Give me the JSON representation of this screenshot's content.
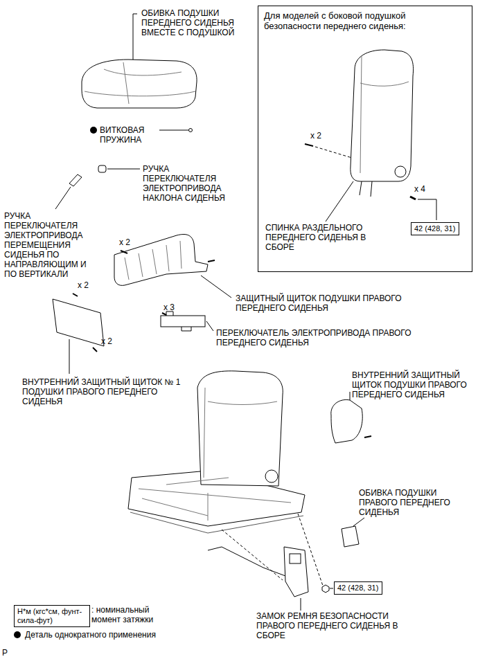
{
  "diagram": {
    "nodes": [
      {
        "text": [
          "Для моделей с боковой подушкой безопасности переднего сиденья:"
        ]
      },
      {
        "text": [
          "42 (428, 31)"
        ],
        "in": 0
      },
      {
        "text": [
          "42 (428, 31)"
        ]
      },
      {
        "text": [
          "Н*м (кгс*см, фунт-сила-фут)"
        ]
      }
    ],
    "labels": [
      "ОБИВКА ПОДУШКИ ПЕРЕДНЕГО СИДЕНЬЯ ВМЕСТЕ С ПОДУШКОЙ",
      "ВИТКОВАЯ ПРУЖИНА",
      "РУЧКА ПЕРЕКЛЮЧАТЕЛЯ ЭЛЕКТРОПРИВОДА НАКЛОНА СИДЕНЬЯ",
      "РУЧКА ПЕРЕКЛЮЧАТЕЛЯ ЭЛЕКТРОПРИВОДА ПЕРЕМЕЩЕНИЯ СИДЕНЬЯ ПО НАПРАВЛЯЮЩИМ И ПО ВЕРТИКАЛИ",
      "x 2",
      "x 4",
      "СПИНКА РАЗДЕЛЬНОГО ПЕРЕДНЕГО СИДЕНЬЯ В СБОРЕ",
      "x 2",
      "x 2",
      "ЗАЩИТНЫЙ ЩИТОК ПОДУШКИ ПРАВОГО ПЕРЕДНЕГО СИДЕНЬЯ",
      "x 2",
      "x 3",
      "ПЕРЕКЛЮЧАТЕЛЬ ЭЛЕКТРОПРИВОДА ПРАВОГО ПЕРЕДНЕГО СИДЕНЬЯ",
      "ВНУТРЕННИЙ ЗАЩИТНЫЙ ЩИТОК № 1 ПОДУШКИ ПРАВОГО ПЕРЕДНЕГО СИДЕНЬЯ",
      "ВНУТРЕННИЙ ЗАЩИТНЫЙ ЩИТОК ПОДУШКИ ПРАВОГО ПЕРЕДНЕГО СИДЕНЬЯ",
      "ОБИВКА ПОДУШКИ ПРАВОГО ПЕРЕДНЕГО СИДЕНЬЯ",
      "ЗАМОК РЕМНЯ БЕЗОПАСНОСТИ ПРАВОГО ПЕРЕДНЕГО СИДЕНЬЯ В СБОРЕ",
      "P"
    ],
    "legend": [
      {
        "text": ": номинальный момент затяжки"
      },
      {
        "text": "Деталь однократного применения"
      }
    ]
  }
}
